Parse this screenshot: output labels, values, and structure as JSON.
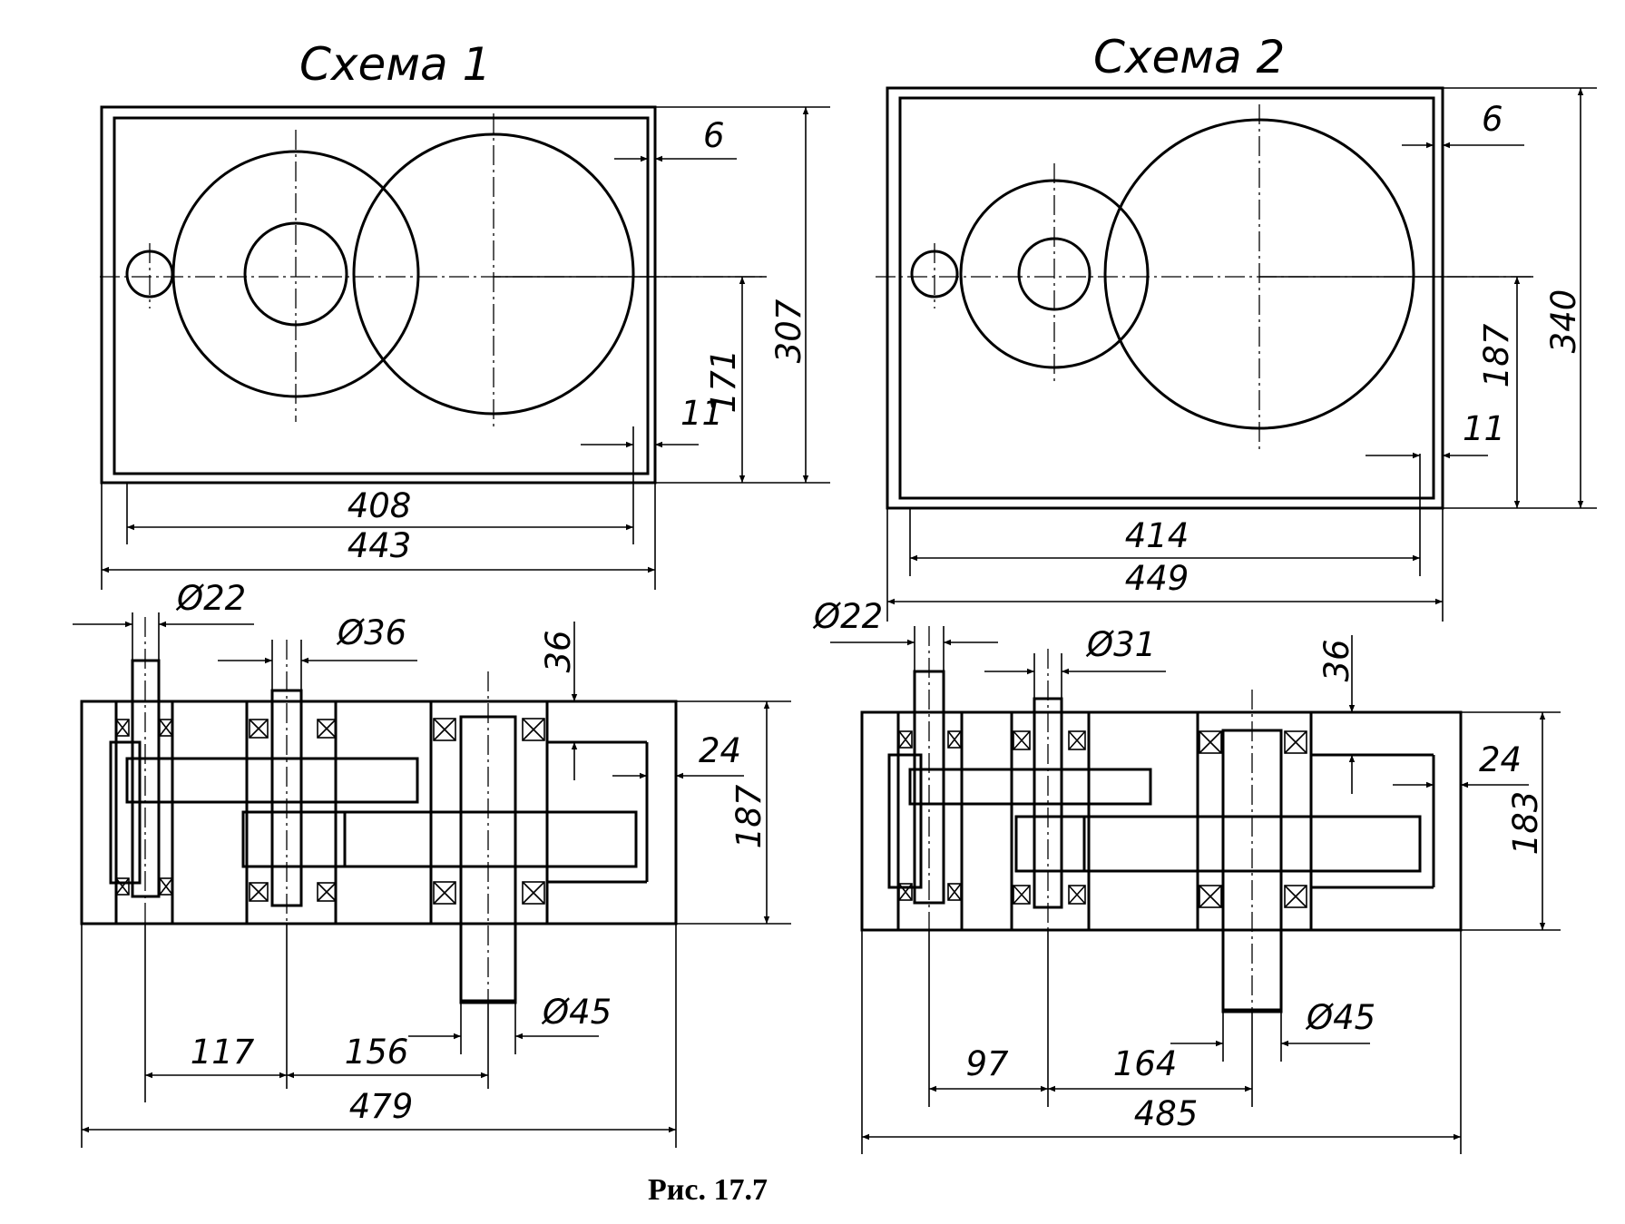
{
  "scheme1": {
    "title": "Схема 1",
    "dims": {
      "wall": "6",
      "height_inner": "171",
      "height_outer": "307",
      "gap": "11",
      "width_inner": "408",
      "width_outer": "443",
      "d_input": "Ø22",
      "d_mid": "Ø36",
      "offset_top": "36",
      "gap_side": "24",
      "height_section": "187",
      "d_output": "Ø45",
      "a1": "117",
      "a2": "156",
      "length_total": "479"
    }
  },
  "scheme2": {
    "title": "Схема 2",
    "dims": {
      "wall": "6",
      "height_inner": "187",
      "height_outer": "340",
      "gap": "11",
      "width_inner": "414",
      "width_outer": "449",
      "d_input": "Ø22",
      "d_mid": "Ø31",
      "offset_top": "36",
      "gap_side": "24",
      "height_section": "183",
      "d_output": "Ø45",
      "a1": "97",
      "a2": "164",
      "length_total": "485"
    }
  },
  "caption": "Рис. 17.7"
}
